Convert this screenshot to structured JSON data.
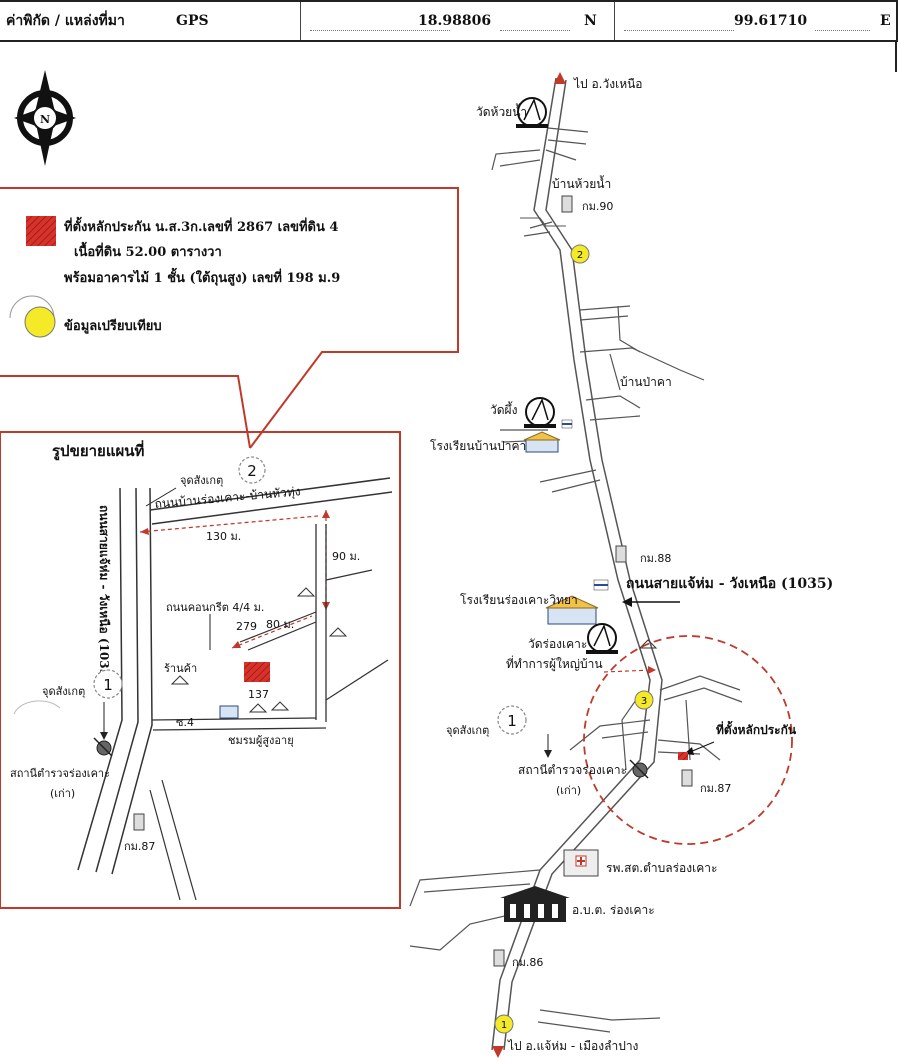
{
  "header": {
    "label": "ค่าพิกัด / แหล่งที่มา",
    "source": "GPS",
    "lat": "18.98806",
    "lat_dir": "N",
    "lon": "99.61710",
    "lon_dir": "E"
  },
  "compass": {
    "letter": "N"
  },
  "legend": {
    "line1": "ที่ตั้งหลักประกัน น.ส.3ก.เลขที่ 2867 เลขที่ดิน 4",
    "line2": "เนื้อที่ดิน 52.00 ตารางวา",
    "line3": "พร้อมอาคารไม้ 1 ชั้น (ใต้ถุนสูง) เลขที่ 198 ม.9",
    "comparison": "ข้อมูลเปรียบเทียบ"
  },
  "inset": {
    "title": "รูปขยายแผนที่",
    "obs_label": "จุดสังเกตุ",
    "obs2_num": "2",
    "obs1_num": "1",
    "main_road": "ถนนสายแจ้ห่ม - วังเหนือ (1035)",
    "side_road": "ถนนบ้านร่องเคาะ-บ้านหัวทุ่ง",
    "dist_130": "130 ม.",
    "dist_90": "90 ม.",
    "concrete_road": "ถนนคอนกรีต 4/4 ม.",
    "dist_80": "80 ม.",
    "no_279": "279",
    "shop": "ร้านค้า",
    "no_137": "137",
    "soi": "ซ.4",
    "elder_club": "ชมรมผู้สูงอายุ",
    "police_station": "สถานีตำรวจร่องเคาะ",
    "police_old": "(เก่า)",
    "km87": "กม.87"
  },
  "main_map": {
    "to_wangnuea": "ไป อ.วังเหนือ",
    "wat_huainam": "วัดห้วยน้ำ",
    "ban_huainam": "บ้านห้วยน้ำ",
    "km90": "กม.90",
    "pt2": "2",
    "ban_pakha": "บ้านป่าคา",
    "wat_phueng": "วัดผึ้ง",
    "school_pakha": "โรงเรียนบ้านป่าคา",
    "km88": "กม.88",
    "road_name": "ถนนสายแจ้ห่ม - วังเหนือ (1035)",
    "school_rongkho": "โรงเรียนร่องเคาะวิทยา",
    "wat_rongkho": "วัดร่องเคาะ",
    "headman_office": "ที่ทำการผู้ใหญ่บ้าน",
    "pt3": "3",
    "collateral": "ที่ตั้งหลักประกัน",
    "obs_label": "จุดสังเกตุ",
    "obs1_num": "1",
    "police_station": "สถานีตำรวจร่องเคาะ",
    "police_old": "(เก่า)",
    "km87": "กม.87",
    "hospital": "รพ.สต.ตำบลร่องเคาะ",
    "sao": "อ.บ.ต. ร่องเคาะ",
    "km86": "กม.86",
    "pt1": "1",
    "to_chaehom": "ไป อ.แจ้ห่ม - เมืองลำปาง"
  },
  "colors": {
    "boundary": "#c0392b",
    "collateral_fill": "#d9322b",
    "comparison_point": "#f4ea28",
    "road": "#555555"
  }
}
